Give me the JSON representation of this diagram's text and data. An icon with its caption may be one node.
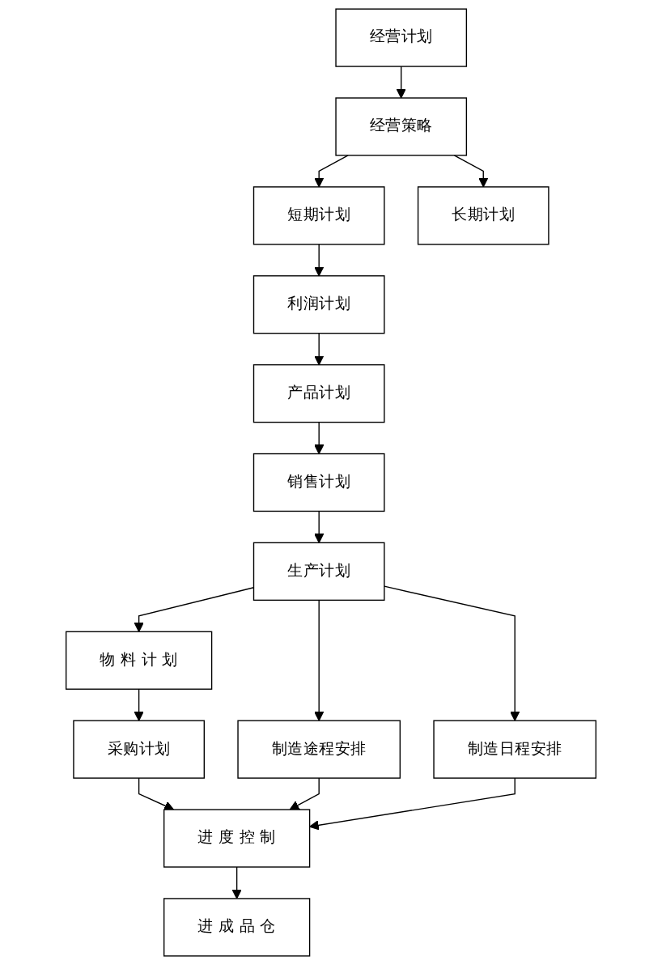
{
  "diagram": {
    "nodes": [
      {
        "text": [
          "经营计划"
        ]
      },
      {
        "text": [
          "经营策略"
        ]
      },
      {
        "text": [
          "短期计划"
        ]
      },
      {
        "text": [
          "长期计划"
        ]
      },
      {
        "text": [
          "利润计划"
        ]
      },
      {
        "text": [
          "产品计划"
        ]
      },
      {
        "text": [
          "销售计划"
        ]
      },
      {
        "text": [
          "生产计划"
        ]
      },
      {
        "text": [
          "物 料 计 划"
        ]
      },
      {
        "text": [
          "制造途程安排"
        ]
      },
      {
        "text": [
          "制造日程安排"
        ]
      },
      {
        "text": [
          "采购计划"
        ]
      },
      {
        "text": [
          "进 度 控 制"
        ]
      },
      {
        "text": [
          "进 成 品 仓"
        ]
      }
    ],
    "edges": [
      {
        "from": 0,
        "to": 1,
        "arrow": "to"
      },
      {
        "from": 1,
        "to": 2,
        "arrow": "to"
      },
      {
        "from": 1,
        "to": 3,
        "arrow": "to"
      },
      {
        "from": 2,
        "to": 4,
        "arrow": "to"
      },
      {
        "from": 4,
        "to": 5,
        "arrow": "to"
      },
      {
        "from": 5,
        "to": 6,
        "arrow": "to"
      },
      {
        "from": 6,
        "to": 7,
        "arrow": "to"
      },
      {
        "from": 7,
        "to": 8,
        "arrow": "to"
      },
      {
        "from": 7,
        "to": 9,
        "arrow": "to"
      },
      {
        "from": 7,
        "to": 10,
        "arrow": "to"
      },
      {
        "from": 8,
        "to": 11,
        "arrow": "to"
      },
      {
        "from": 11,
        "to": 12,
        "arrow": "to"
      },
      {
        "from": 9,
        "to": 12,
        "arrow": "to"
      },
      {
        "from": 10,
        "to": 12,
        "arrow": "to"
      },
      {
        "from": 12,
        "to": 13,
        "arrow": "to"
      }
    ]
  }
}
